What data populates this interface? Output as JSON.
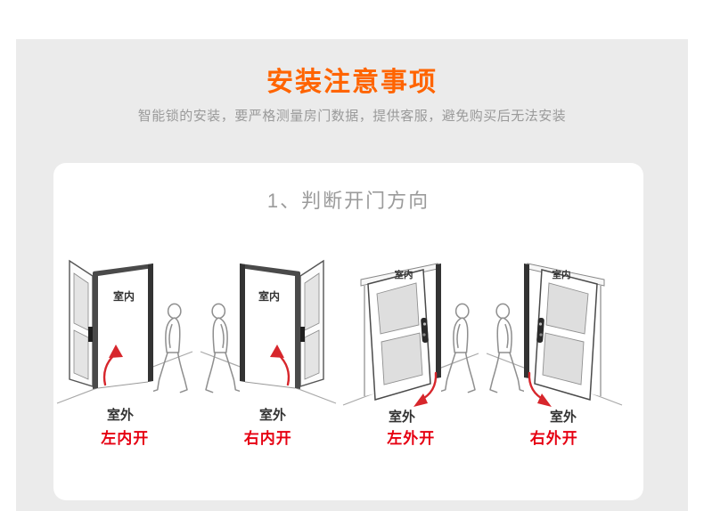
{
  "page": {
    "title": "安装注意事项",
    "subtitle": "智能锁的安装，要严格测量房门数据，提供客服，避免购买后无法安装",
    "section_title": "1、判断开门方向"
  },
  "diagrams": [
    {
      "caption": "左内开",
      "indoor_label": "室内",
      "outdoor_label": "室外"
    },
    {
      "caption": "右内开",
      "indoor_label": "室内",
      "outdoor_label": "室外"
    },
    {
      "caption": "左外开",
      "indoor_label": "室内",
      "outdoor_label": "室外"
    },
    {
      "caption": "右外开",
      "indoor_label": "室内",
      "outdoor_label": "室外"
    }
  ],
  "colors": {
    "title_orange": "#ff6400",
    "caption_red": "#e60012",
    "arrow_red": "#d7262c",
    "panel_gray": "#ebebeb",
    "text_gray": "#9a9a9a"
  }
}
